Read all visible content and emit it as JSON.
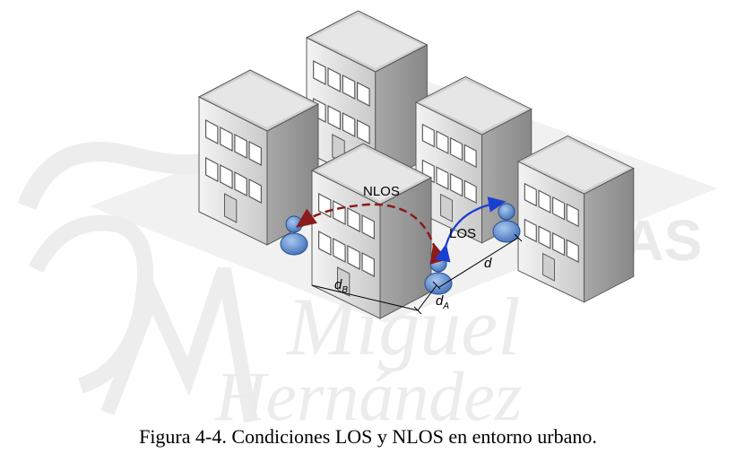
{
  "figure": {
    "labels": {
      "nlos": "NLOS",
      "los": "LOS",
      "d": "d",
      "d_a_main": "d",
      "d_a_sub": "A",
      "d_b_main": "d",
      "d_b_sub": "B"
    },
    "watermark": {
      "line1": "TAS",
      "line2": "Miguel",
      "line3": "Hernández"
    },
    "colors": {
      "nlos_arrow": "#8b1a1a",
      "los_arrow": "#1a3fd0",
      "person": "#5b8fd6",
      "roof": "#d0d0d0"
    },
    "icons": [
      "building-icon",
      "person-icon"
    ]
  },
  "caption": "Figura 4-4. Condiciones LOS y NLOS en entorno urbano."
}
